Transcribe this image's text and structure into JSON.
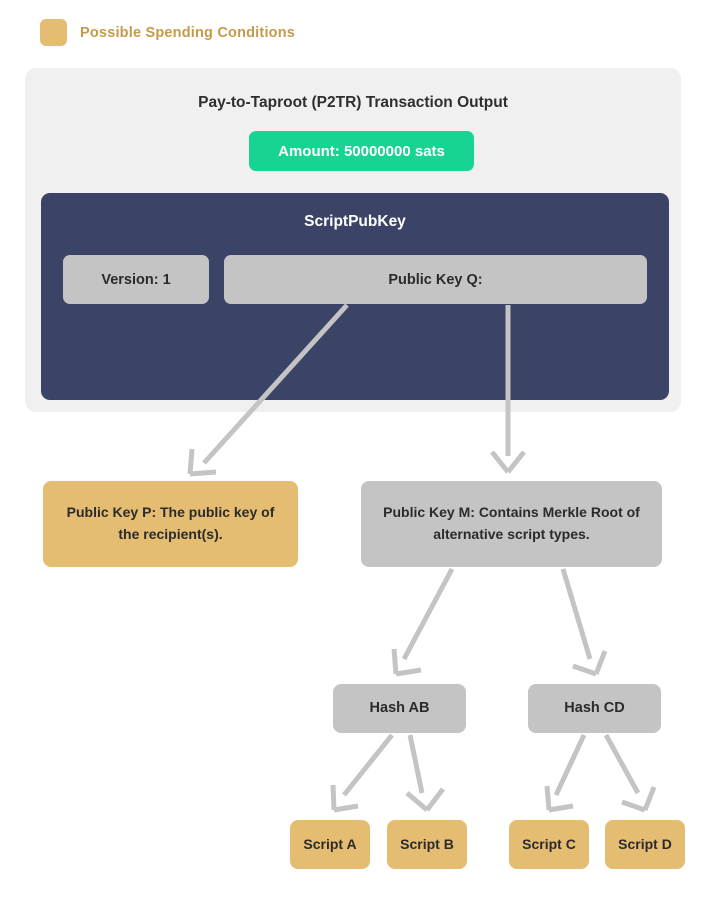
{
  "legend": {
    "swatch_color": "#e4bd72",
    "label": "Possible Spending Conditions",
    "label_color": "#c59a49"
  },
  "card": {
    "title": "Pay-to-Taproot (P2TR) Transaction Output",
    "background": "#f0f0f0"
  },
  "amount": {
    "label": "Amount: 50000000 sats",
    "background": "#17d493",
    "text_color": "#ffffff"
  },
  "scriptpubkey": {
    "title": "ScriptPubKey",
    "background": "#3b4466",
    "fields": [
      {
        "name": "version",
        "label": "Version: 1"
      },
      {
        "name": "public-key-q",
        "label": "Public Key Q:"
      }
    ]
  },
  "spending_conditions": {
    "key_path": {
      "label": "Public Key P: The public key of the recipient(s).",
      "background": "#e4bd72"
    },
    "script_path": {
      "label": "Public Key M: Contains Merkle Root of alternative script types.",
      "background": "#c4c4c4"
    }
  },
  "merkle_tree": {
    "branch_color": "#c4c4c4",
    "leaf_color": "#e4bd72",
    "branches": [
      {
        "name": "hash-ab",
        "label": "Hash AB"
      },
      {
        "name": "hash-cd",
        "label": "Hash CD"
      }
    ],
    "leaves": [
      {
        "name": "script-a",
        "label": "Script A"
      },
      {
        "name": "script-b",
        "label": "Script B"
      },
      {
        "name": "script-c",
        "label": "Script C"
      },
      {
        "name": "script-d",
        "label": "Script D"
      }
    ]
  },
  "arrow_color": "#c4c4c4"
}
